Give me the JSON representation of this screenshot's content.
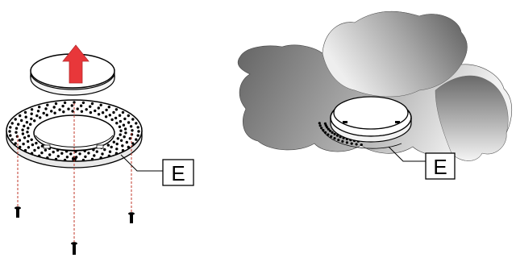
{
  "figure": {
    "left_panel": {
      "callout": {
        "label": "E"
      },
      "arrow_color": "#e8373a",
      "screw_count": 3,
      "screw_line_color": "#c0392b"
    },
    "right_panel": {
      "callout": {
        "label": "E"
      }
    }
  }
}
